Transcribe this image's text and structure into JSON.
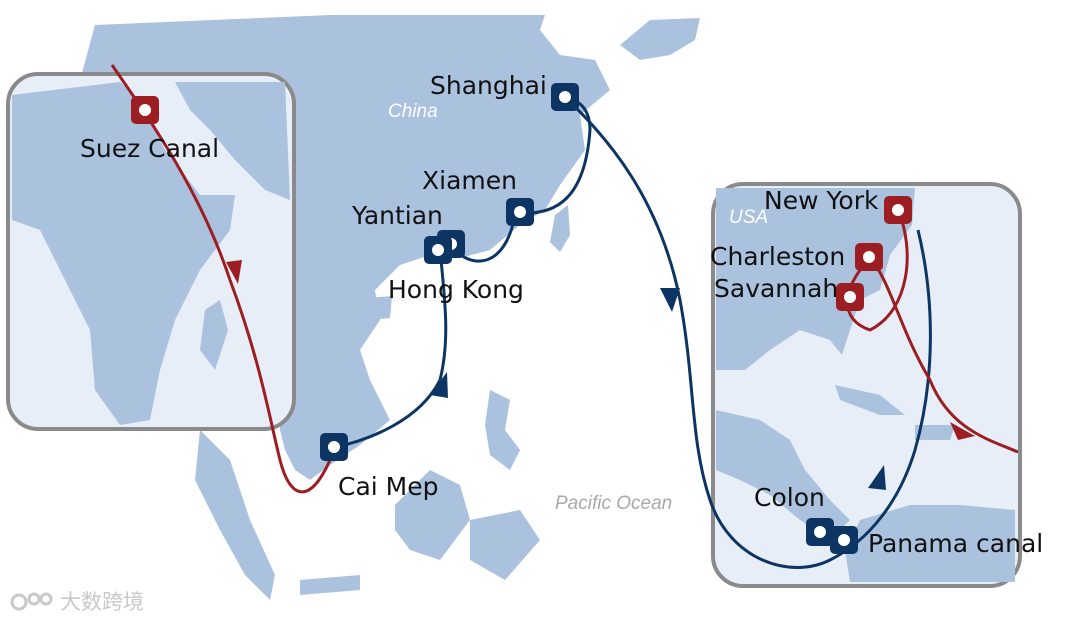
{
  "map": {
    "ports_route1": [
      "Shanghai",
      "Xiamen",
      "Yantian",
      "Hong Kong",
      "Cai Mep"
    ],
    "ports_route2": [
      "New York",
      "Charleston",
      "Savannah",
      "Suez Canal"
    ],
    "transit": [
      "Panama canal",
      "Colon"
    ],
    "regions": {
      "china": "China",
      "usa": "USA",
      "ocean": "Pacific  Ocean"
    },
    "colors": {
      "route_blue": "#0c3564",
      "route_red": "#9c1e22",
      "land": "#a9c0dc",
      "sea_inset": "#e8eef7"
    },
    "icons": {
      "port": "port-marker-icon"
    },
    "watermark": "大数跨境"
  }
}
